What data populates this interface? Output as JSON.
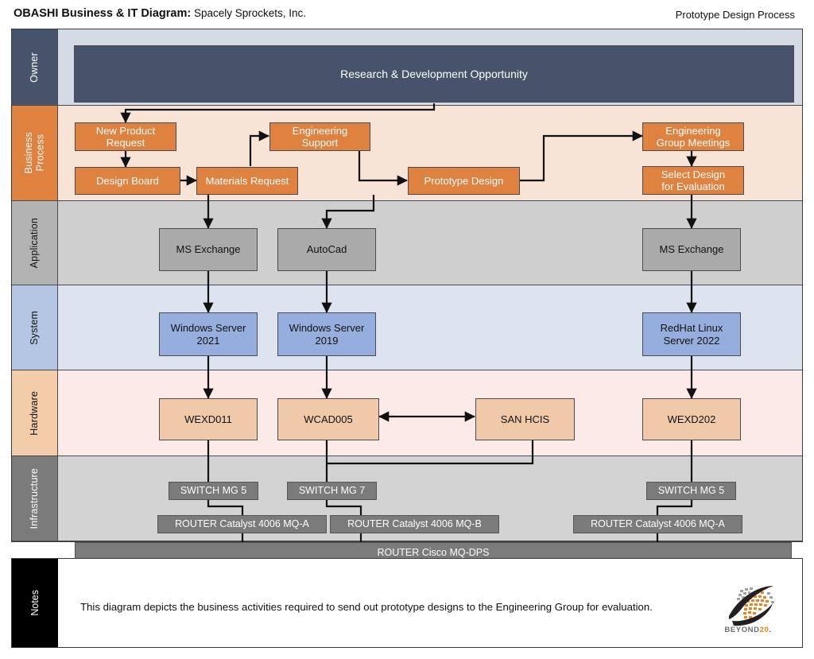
{
  "header": {
    "title_bold": "OBASHI Business & IT Diagram:",
    "title_sub": " Spacely Sprockets, Inc.",
    "right_label": "Prototype Design Process"
  },
  "colors": {
    "owner_box": "#47536b",
    "owner_band": "#d4dae6",
    "business_box": "#e0823f",
    "business_band": "#f7e4d7",
    "application_box": "#aaaaaa",
    "application_band": "#cfcfcf",
    "system_box": "#96aedd",
    "system_band": "#dde3ef",
    "hardware_box": "#f0c9a8",
    "hardware_band": "#fbeae8",
    "infrastructure_box": "#7b7b7b",
    "infrastructure_band": "#d3d3d3",
    "notes_label_bg": "#000000",
    "logo_orange": "#f0821e",
    "logo_gray": "#6d6e71"
  },
  "bands": [
    {
      "id": "owner",
      "label": "Owner"
    },
    {
      "id": "business",
      "label": "Business\nProcess"
    },
    {
      "id": "application",
      "label": "Application"
    },
    {
      "id": "system",
      "label": "System"
    },
    {
      "id": "hardware",
      "label": "Hardware"
    },
    {
      "id": "infrastructure",
      "label": "Infrastructure"
    }
  ],
  "nodes": {
    "rnd_opportunity": "Research & Development Opportunity",
    "new_product_request": "New Product\nRequest",
    "design_board": "Design Board",
    "materials_request": "Materials Request",
    "engineering_support": "Engineering\nSupport",
    "prototype_design": "Prototype Design",
    "engineering_group_meetings": "Engineering\nGroup Meetings",
    "select_design_for_evaluation": "Select Design\nfor Evaluation",
    "ms_exchange_left": "MS Exchange",
    "autocad": "AutoCad",
    "ms_exchange_right": "MS Exchange",
    "windows_server_2021": "Windows Server\n2021",
    "windows_server_2019": "Windows Server\n2019",
    "redhat_linux_server_2022": "RedHat Linux\nServer 2022",
    "wexd011": "WEXD011",
    "wcad005": "WCAD005",
    "san_hcis": "SAN HCIS",
    "wexd202": "WEXD202",
    "switch_mg5_left": "SWITCH MG 5",
    "switch_mg7": "SWITCH MG 7",
    "switch_mg5_right": "SWITCH MG 5",
    "router_mqa_left": "ROUTER Catalyst 4006 MQ-A",
    "router_mqb": "ROUTER Catalyst 4006 MQ-B",
    "router_mqa_right": "ROUTER Catalyst 4006 MQ-A",
    "router_mqdps": "ROUTER Cisco MQ-DPS"
  },
  "notes": {
    "label": "Notes",
    "text": "This diagram depicts the business activities required to send out prototype designs to the Engineering Group for evaluation.",
    "logo_name_main": "BEYOND",
    "logo_name_accent": "20",
    "logo_name_dot": "."
  }
}
